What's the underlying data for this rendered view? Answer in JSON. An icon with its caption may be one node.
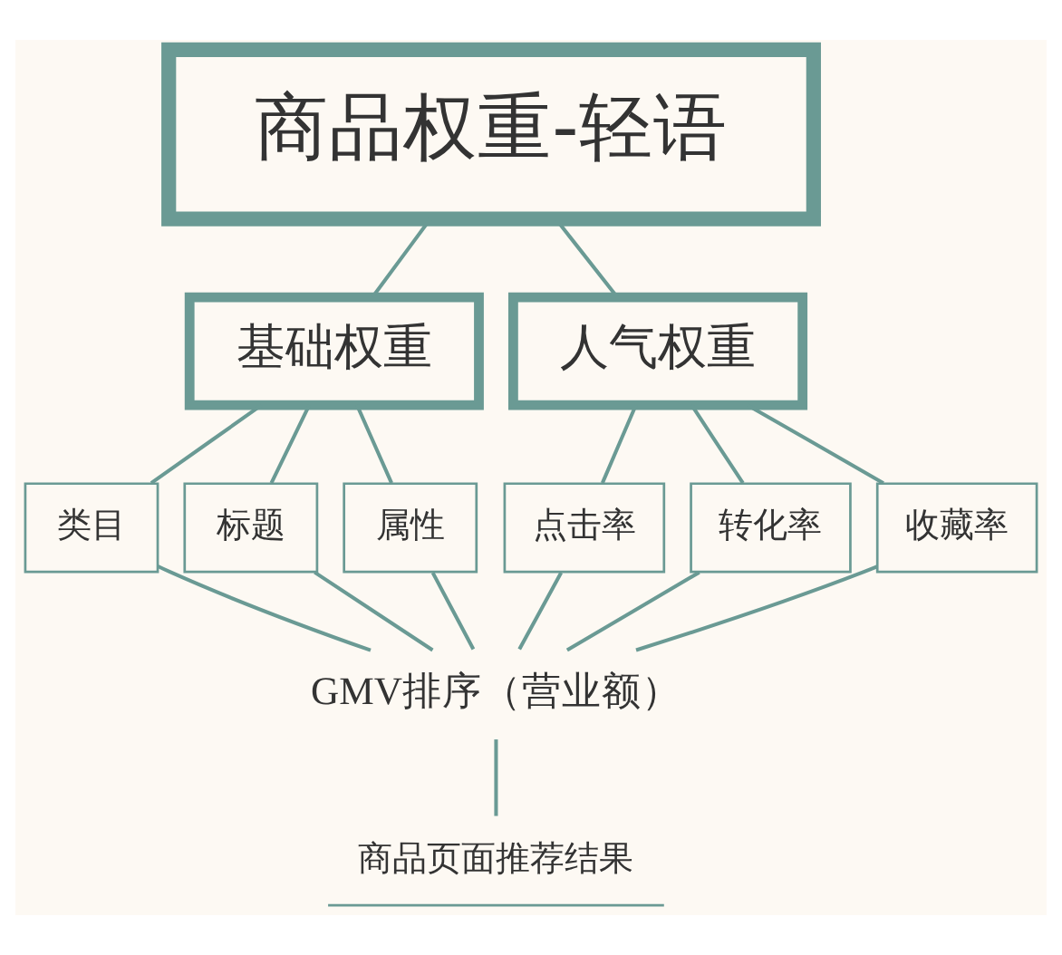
{
  "diagram": {
    "nodes": [
      {
        "text": [
          "商品权重-轻语"
        ]
      },
      {
        "text": [
          "基础权重"
        ]
      },
      {
        "text": [
          "人气权重"
        ]
      },
      {
        "text": [
          "类目"
        ]
      },
      {
        "text": [
          "标题"
        ]
      },
      {
        "text": [
          "属性"
        ]
      },
      {
        "text": [
          "点击率"
        ]
      },
      {
        "text": [
          "转化率"
        ]
      },
      {
        "text": [
          "收藏率"
        ]
      },
      {
        "text": [
          "GMV排序（营业额）"
        ]
      },
      {
        "text": [
          "商品页面推荐结果"
        ]
      }
    ],
    "edges": [
      {
        "from": 0,
        "to": 1,
        "arrow": "none"
      },
      {
        "from": 0,
        "to": 2,
        "arrow": "none"
      },
      {
        "from": 1,
        "to": 3,
        "arrow": "none"
      },
      {
        "from": 1,
        "to": 4,
        "arrow": "none"
      },
      {
        "from": 1,
        "to": 5,
        "arrow": "none"
      },
      {
        "from": 2,
        "to": 6,
        "arrow": "none"
      },
      {
        "from": 2,
        "to": 7,
        "arrow": "none"
      },
      {
        "from": 2,
        "to": 8,
        "arrow": "none"
      },
      {
        "from": 3,
        "to": 9,
        "arrow": "none"
      },
      {
        "from": 4,
        "to": 9,
        "arrow": "none"
      },
      {
        "from": 5,
        "to": 9,
        "arrow": "none"
      },
      {
        "from": 6,
        "to": 9,
        "arrow": "none"
      },
      {
        "from": 7,
        "to": 9,
        "arrow": "none"
      },
      {
        "from": 8,
        "to": 9,
        "arrow": "none"
      },
      {
        "from": 9,
        "to": 10,
        "arrow": "none"
      }
    ]
  }
}
